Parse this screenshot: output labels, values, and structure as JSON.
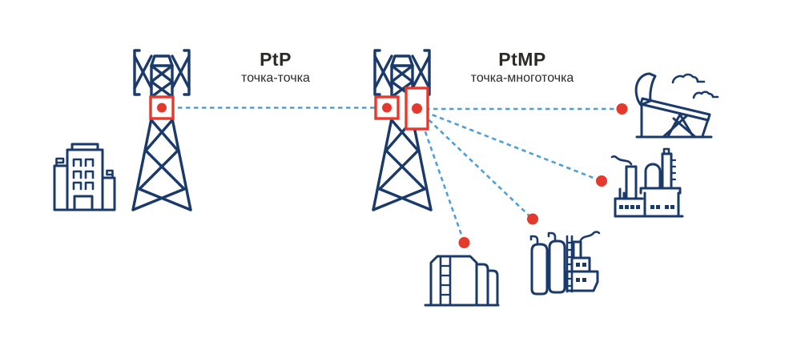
{
  "diagram": {
    "colors": {
      "line_navy": "#1a3a6b",
      "device_red": "#e6392e",
      "link_blue": "#4d9edb",
      "text_dark": "#2b2a29",
      "background": "#ffffff"
    },
    "sections": {
      "ptp": {
        "title": "PtP",
        "subtitle": "точка-точка"
      },
      "ptmp": {
        "title": "PtMP",
        "subtitle": "точка-многоточка"
      }
    },
    "nodes": [
      {
        "id": "office-building",
        "icon": "office-building-icon"
      },
      {
        "id": "tower-left",
        "icon": "telecom-tower-icon",
        "devices": [
          "ptp-radio-a"
        ]
      },
      {
        "id": "tower-center",
        "icon": "telecom-tower-icon",
        "devices": [
          "ptp-radio-b",
          "ptmp-radio"
        ]
      },
      {
        "id": "oil-pumpjack",
        "icon": "oil-pumpjack-icon"
      },
      {
        "id": "refinery",
        "icon": "refinery-icon"
      },
      {
        "id": "gas-plant",
        "icon": "gas-plant-icon"
      },
      {
        "id": "storage-tanks",
        "icon": "storage-tanks-icon"
      }
    ],
    "links": [
      {
        "type": "ptp",
        "from": "ptp-radio-a",
        "to": "ptp-radio-b",
        "style": "dashed"
      },
      {
        "type": "ptmp",
        "from": "ptmp-radio",
        "to": "oil-pumpjack",
        "style": "dashed"
      },
      {
        "type": "ptmp",
        "from": "ptmp-radio",
        "to": "refinery",
        "style": "dashed"
      },
      {
        "type": "ptmp",
        "from": "ptmp-radio",
        "to": "gas-plant",
        "style": "dashed"
      },
      {
        "type": "ptmp",
        "from": "ptmp-radio",
        "to": "storage-tanks",
        "style": "dashed"
      }
    ]
  }
}
